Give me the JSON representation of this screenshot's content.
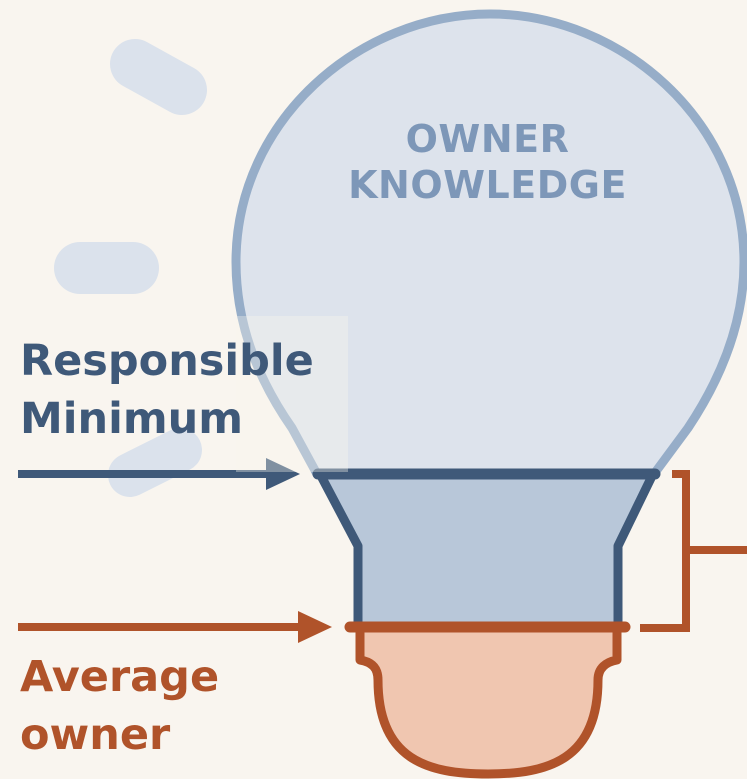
{
  "bulb": {
    "title_line1": "OWNER",
    "title_line2": "KNOWLEDGE"
  },
  "labels": {
    "responsible_line1": "Responsible",
    "responsible_line2": "Minimum",
    "average_line1": "Average",
    "average_line2": "owner"
  },
  "colors": {
    "background": "#f9f5ef",
    "bulb_glass": "#dde3ec",
    "bulb_outline": "#96adc8",
    "title": "#7d97b8",
    "navy": "#3f5979",
    "neck_fill": "#b8c7d9",
    "rust": "#b0532a",
    "cap_fill": "#f0c6b0",
    "decor": "#dbe2ec"
  }
}
